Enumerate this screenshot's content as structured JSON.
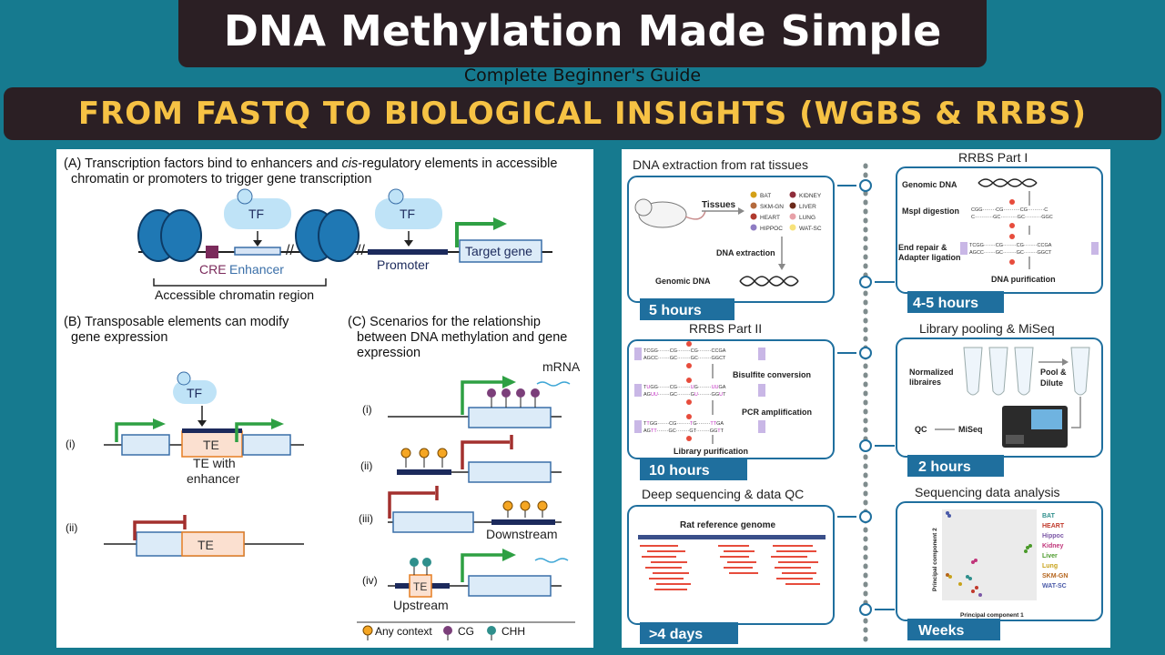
{
  "header": {
    "title": "DNA Methylation Made Simple",
    "subtitle": "Complete Beginner's Guide",
    "banner": "FROM FASTQ TO BIOLOGICAL INSIGHTS (WGBS & RRBS)"
  },
  "left": {
    "a_line1_pre": "(A) Transcription factors bind to enhancers and ",
    "a_line1_italic": "cis",
    "a_line1_post": "-regulatory elements in accessible",
    "a_line2": "chromatin or promoters to trigger gene transcription",
    "tf": "TF",
    "cre": "CRE",
    "enhancer": "Enhancer",
    "promoter": "Promoter",
    "target_gene": "Target gene",
    "accessible": "Accessible chromatin region",
    "b_line1": "(B) Transposable elements can modify",
    "b_line2": "gene expression",
    "c_line1": "(C) Scenarios for the relationship",
    "c_line2": "between DNA methylation and gene",
    "c_line3": "expression",
    "i": "(i)",
    "ii": "(ii)",
    "iii": "(iii)",
    "iv": "(iv)",
    "te": "TE",
    "te_with": "TE with",
    "enhancer_word": "enhancer",
    "mrna": "mRNA",
    "downstream": "Downstream",
    "upstream": "Upstream",
    "legend": [
      "Any context",
      "CG",
      "CHH"
    ],
    "colors": {
      "any": "#f5a623",
      "cg": "#7b3f7a",
      "chh": "#2f8f8c",
      "arrow_green": "#2ea043",
      "arrow_red": "#a3302e",
      "gene_fill": "#dcebf8",
      "gene_border": "#3a6fa8"
    }
  },
  "right": {
    "dna_extraction": "DNA extraction from rat tissues",
    "tissues": "Tissues",
    "tissue_list": [
      "BAT",
      "SKM-GN",
      "HEART",
      "HIPPOC",
      "KIDNEY",
      "LIVER",
      "LUNG",
      "WAT-SC"
    ],
    "dna_ext_label": "DNA extraction",
    "genomic_dna": "Genomic DNA",
    "t1": "5 hours",
    "rrbs1": "RRBS Part I",
    "mspi": "MspI digestion",
    "end_repair": "End repair &",
    "adapter": "Adapter ligation",
    "dna_purif": "DNA purification",
    "t2": "4-5 hours",
    "rrbs2": "RRBS Part II",
    "bisulfite": "Bisulfite conversion",
    "pcr": "PCR amplification",
    "lib_purif": "Library purification",
    "t3": "10 hours",
    "pooling": "Library pooling & MiSeq",
    "normalized": "Normalized",
    "libraires": "libraires",
    "pool": "Pool &",
    "dilute": "Dilute",
    "qc": "QC",
    "miseq": "MiSeq",
    "t4": "2 hours",
    "deep_seq": "Deep sequencing & data QC",
    "rat_ref": "Rat reference genome",
    "t5": ">4 days",
    "seq_analysis": "Sequencing data analysis",
    "pc1": "Principal component 1",
    "pc2": "Principal component 2",
    "legend": [
      {
        "name": "BAT",
        "color": "#2f8f8c"
      },
      {
        "name": "HEART",
        "color": "#c0392b"
      },
      {
        "name": "Hippoc",
        "color": "#7b57a6"
      },
      {
        "name": "Kidney",
        "color": "#c0357a"
      },
      {
        "name": "Liver",
        "color": "#4a9a2a"
      },
      {
        "name": "Lung",
        "color": "#c8a21a"
      },
      {
        "name": "SKM-GN",
        "color": "#b5651d"
      },
      {
        "name": "WAT-SC",
        "color": "#4a5aa8"
      }
    ],
    "t6": "Weeks",
    "seq_top1": "TCGG",
    "seq_top2": "CG",
    "seq_top3": "CG",
    "seq_top4": "CCGA",
    "seq_bot1": "AGCC",
    "seq_bot2": "GC",
    "seq_bot3": "GC",
    "seq_bot4": "GGCT"
  }
}
